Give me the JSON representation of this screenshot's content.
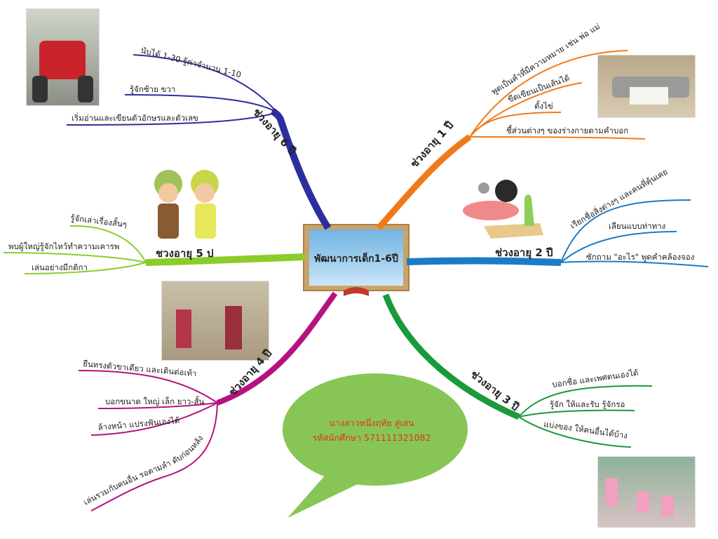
{
  "center": {
    "title": "พัฒนาการเด็ก1-6ปี"
  },
  "branches": {
    "age1": {
      "label": "ช่วงอายุ 1 ปี",
      "color": "#f07a1a",
      "items": [
        "พูดเป็นคำที่มีความหมาย เช่น พ่อ แม่",
        "ขีดเขียนเป็นเส้นได้",
        "ตั้งไข่",
        "ชี้ส่วนต่างๆ ของร่างกายตามคำบอก"
      ]
    },
    "age2": {
      "label": "ช่วงอายุ 2 ปี",
      "color": "#1a7cc8",
      "items": [
        "เรียกชื่อสิ่งต่างๆ และคนที่คุ้นเคย",
        "เลียนแบบท่าทาง",
        "ซักถาม \"อะไร\" พูดคำคล้องจอง"
      ]
    },
    "age3": {
      "label": "ช่วงอายุ 3 ปี",
      "color": "#1a9a3a",
      "items": [
        "บอกชื่อ และเพศตนเองได้",
        "รู้จัก ให้และรับ รู้จักรอ",
        "แบ่งของ ให้คนอื่นได้บ้าง"
      ]
    },
    "age4": {
      "label": "ช่วงอายุ 4 ปี",
      "color": "#b5127f",
      "items": [
        "ยืนทรงตัวขาเดียว และเดินต่อเท้า",
        "บอกขนาด ใหญ่ เล็ก ยาว-สั้น",
        "ล้างหน้า แปรงฟันเองได้",
        "เล่นรวมกับคนอื่น รอตามลำ ดับก่อนหลัง"
      ]
    },
    "age5": {
      "label": "ชวงอายุ 5 ป",
      "color": "#8ccc2a",
      "items": [
        "รู้จักเล่าเรื่องสั้นๆ",
        "พบผู้ใหญ่รู้จักไหว้ทำความเคารพ",
        "เล่นอย่างมีกติกา"
      ]
    },
    "age6": {
      "label": "ช่วงอายุ 6 ปี",
      "color": "#2b2f9e",
      "items": [
        "นับได้ 1-30 รู้ค่าจำนวน 1-10",
        "รู้จักซ้าย ขวา",
        "เริ่มอ่านและเขียนตัวอักษรและตัวเลข"
      ]
    }
  },
  "bubble": {
    "name": "นางสาวหนึ่งฤทัย สู่เสน",
    "student_id": "รหัสนักศึกษา 571111321082",
    "fill": "#88c557",
    "text_color": "#e0321e"
  }
}
